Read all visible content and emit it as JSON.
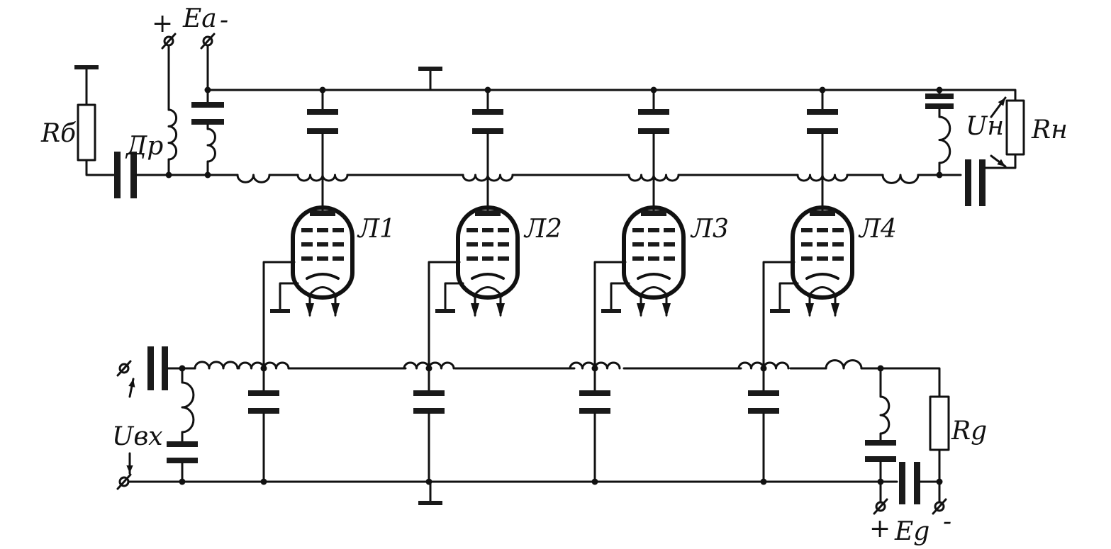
{
  "title": "Distributed amplifier circuit with four tubes",
  "labels": {
    "r_b": "Rб",
    "choke": "Др",
    "ea_plus": "+",
    "ea": "Ea",
    "ea_minus": "-",
    "u_n": "Uн",
    "r_n": "Rн",
    "u_in": "Uвх",
    "r_g": "Rg",
    "eg_plus": "+",
    "eg": "Eg",
    "eg_minus": "-"
  },
  "tubes": [
    {
      "label": "Л1"
    },
    {
      "label": "Л2"
    },
    {
      "label": "Л3"
    },
    {
      "label": "Л4"
    }
  ]
}
